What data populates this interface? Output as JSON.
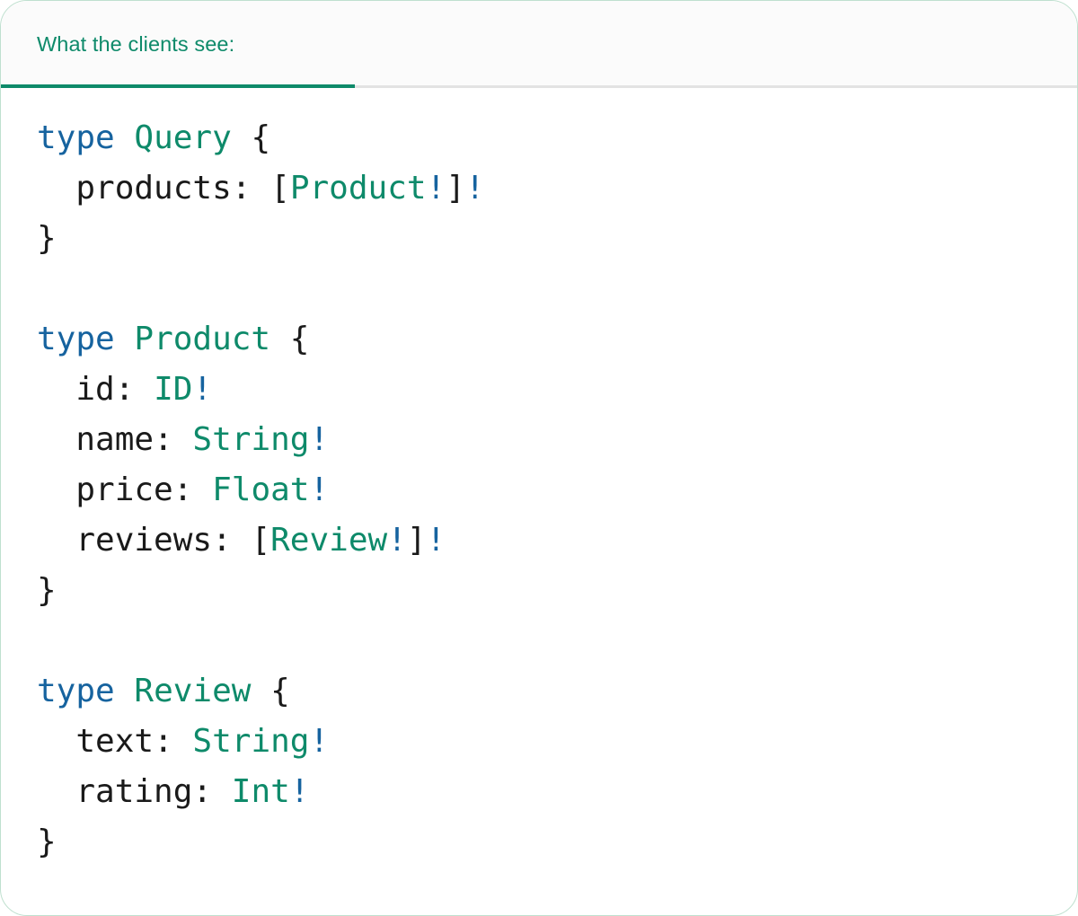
{
  "panel": {
    "accent_green": "#0e8a6a",
    "accent_blue": "#16639f",
    "text_dark": "#1a1a1a",
    "header_bg": "#fbfbfb",
    "body_bg": "#ffffff",
    "border_color": "#bfe0cf",
    "rule_color": "#e3e3e3"
  },
  "header": {
    "tabs": [
      {
        "label": "What the clients see:",
        "active": true
      }
    ]
  },
  "code": {
    "language": "graphql",
    "lines": [
      {
        "indent": 0,
        "tokens": [
          {
            "text": "type",
            "kind": "keyword"
          },
          {
            "text": " ",
            "kind": "plain"
          },
          {
            "text": "Query",
            "kind": "type"
          },
          {
            "text": " ",
            "kind": "plain"
          },
          {
            "text": "{",
            "kind": "punct"
          }
        ]
      },
      {
        "indent": 2,
        "tokens": [
          {
            "text": "products:",
            "kind": "field"
          },
          {
            "text": " ",
            "kind": "plain"
          },
          {
            "text": "[",
            "kind": "punct"
          },
          {
            "text": "Product",
            "kind": "type"
          },
          {
            "text": "!",
            "kind": "bang"
          },
          {
            "text": "]",
            "kind": "punct"
          },
          {
            "text": "!",
            "kind": "bang"
          }
        ]
      },
      {
        "indent": 0,
        "tokens": [
          {
            "text": "}",
            "kind": "punct"
          }
        ]
      },
      {
        "indent": 0,
        "tokens": []
      },
      {
        "indent": 0,
        "tokens": [
          {
            "text": "type",
            "kind": "keyword"
          },
          {
            "text": " ",
            "kind": "plain"
          },
          {
            "text": "Product",
            "kind": "type"
          },
          {
            "text": " ",
            "kind": "plain"
          },
          {
            "text": "{",
            "kind": "punct"
          }
        ]
      },
      {
        "indent": 2,
        "tokens": [
          {
            "text": "id:",
            "kind": "field"
          },
          {
            "text": " ",
            "kind": "plain"
          },
          {
            "text": "ID",
            "kind": "type"
          },
          {
            "text": "!",
            "kind": "bang"
          }
        ]
      },
      {
        "indent": 2,
        "tokens": [
          {
            "text": "name:",
            "kind": "field"
          },
          {
            "text": " ",
            "kind": "plain"
          },
          {
            "text": "String",
            "kind": "type"
          },
          {
            "text": "!",
            "kind": "bang"
          }
        ]
      },
      {
        "indent": 2,
        "tokens": [
          {
            "text": "price:",
            "kind": "field"
          },
          {
            "text": " ",
            "kind": "plain"
          },
          {
            "text": "Float",
            "kind": "type"
          },
          {
            "text": "!",
            "kind": "bang"
          }
        ]
      },
      {
        "indent": 2,
        "tokens": [
          {
            "text": "reviews:",
            "kind": "field"
          },
          {
            "text": " ",
            "kind": "plain"
          },
          {
            "text": "[",
            "kind": "punct"
          },
          {
            "text": "Review",
            "kind": "type"
          },
          {
            "text": "!",
            "kind": "bang"
          },
          {
            "text": "]",
            "kind": "punct"
          },
          {
            "text": "!",
            "kind": "bang"
          }
        ]
      },
      {
        "indent": 0,
        "tokens": [
          {
            "text": "}",
            "kind": "punct"
          }
        ]
      },
      {
        "indent": 0,
        "tokens": []
      },
      {
        "indent": 0,
        "tokens": [
          {
            "text": "type",
            "kind": "keyword"
          },
          {
            "text": " ",
            "kind": "plain"
          },
          {
            "text": "Review",
            "kind": "type"
          },
          {
            "text": " ",
            "kind": "plain"
          },
          {
            "text": "{",
            "kind": "punct"
          }
        ]
      },
      {
        "indent": 2,
        "tokens": [
          {
            "text": "text:",
            "kind": "field"
          },
          {
            "text": " ",
            "kind": "plain"
          },
          {
            "text": "String",
            "kind": "type"
          },
          {
            "text": "!",
            "kind": "bang"
          }
        ]
      },
      {
        "indent": 2,
        "tokens": [
          {
            "text": "rating:",
            "kind": "field"
          },
          {
            "text": " ",
            "kind": "plain"
          },
          {
            "text": "Int",
            "kind": "type"
          },
          {
            "text": "!",
            "kind": "bang"
          }
        ]
      },
      {
        "indent": 0,
        "tokens": [
          {
            "text": "}",
            "kind": "punct"
          }
        ]
      }
    ]
  }
}
